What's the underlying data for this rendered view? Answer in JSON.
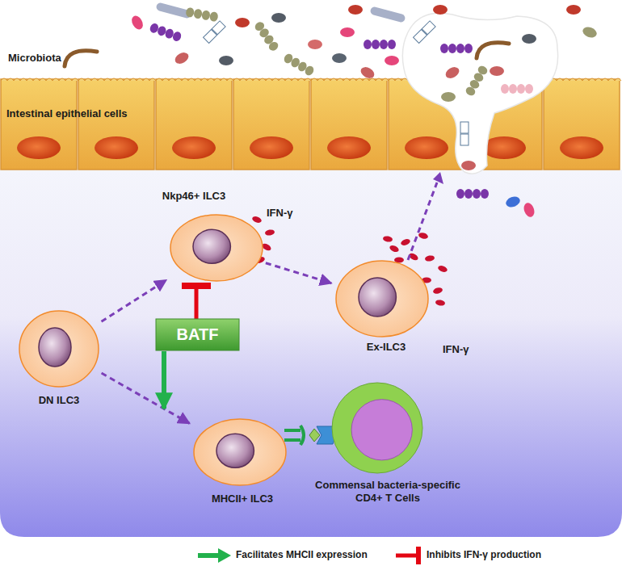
{
  "diagram": {
    "nodes": [
      {
        "text": [
          "Nkp46+ ILC3"
        ]
      },
      {
        "text": [
          "DN ILC3"
        ]
      },
      {
        "text": [
          "Ex-ILC3"
        ]
      },
      {
        "text": [
          "BATF"
        ]
      },
      {
        "text": [
          "MHCII+ ILC3"
        ]
      },
      {
        "text": [
          "Commensal bacteria-specific CD4+ T Cells"
        ]
      }
    ],
    "edges": [
      {
        "from": 1,
        "to": 0,
        "arrow": "to"
      },
      {
        "from": 1,
        "to": 4,
        "arrow": "to"
      },
      {
        "from": 0,
        "to": 2,
        "arrow": "to"
      },
      {
        "from": 3,
        "to": 0,
        "arrow": "to"
      },
      {
        "from": 3,
        "to": 4,
        "arrow": "to"
      }
    ],
    "labels": [
      "Microbiota",
      "Intestinal epithelial cells",
      "IFN-γ",
      "IFN-γ"
    ],
    "legend": [
      {
        "text": "Facilitates MHCII expression"
      },
      {
        "text": "Inhibits IFN-γ production"
      }
    ]
  }
}
